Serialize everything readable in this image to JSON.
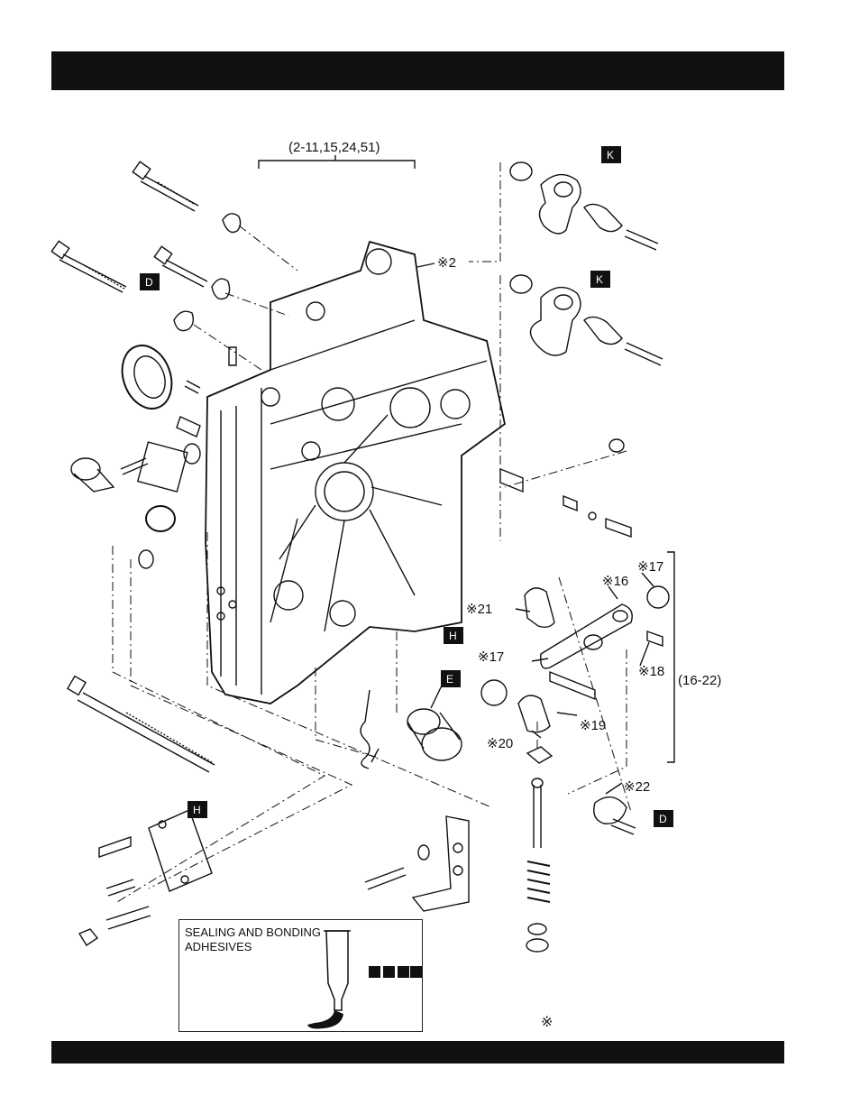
{
  "header_bar": {
    "color": "#111111"
  },
  "footer_bar": {
    "color": "#111111"
  },
  "callouts": {
    "group_range": "(2-11,15,24,51)",
    "part2": "※2",
    "part16": "※16",
    "part17a": "※17",
    "part17b": "※17",
    "part18": "※18",
    "part19": "※19",
    "part20": "※20",
    "part21": "※21",
    "part22": "※22",
    "subgroup": "(16-22)"
  },
  "letter_boxes": {
    "k1": "K",
    "k2": "K",
    "d1": "D",
    "d2": "D",
    "h1": "H",
    "h2": "H",
    "e1": "E"
  },
  "legend": {
    "title": "SEALING AND BONDING ADHESIVES"
  },
  "note_symbol": "※",
  "colors": {
    "ink": "#111111",
    "paper": "#ffffff"
  }
}
